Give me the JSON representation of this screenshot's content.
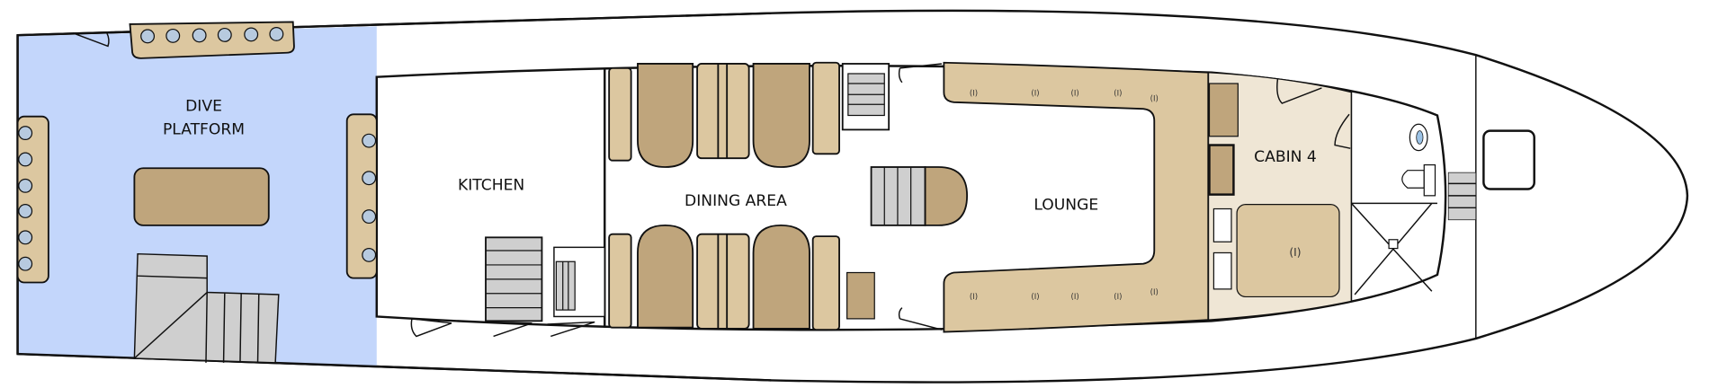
{
  "plan": {
    "rooms": {
      "dive_platform_line1": "DIVE",
      "dive_platform_line2": "PLATFORM",
      "kitchen": "KITCHEN",
      "dining_area": "DINING AREA",
      "lounge": "LOUNGE",
      "cabin": "CABIN 4"
    },
    "seat_mark": "(I)",
    "bed_mark": "(I)"
  },
  "colors": {
    "dive_platform": "#c3d6fb",
    "bench": "#dcc7a0",
    "table": "#bfa57c",
    "cabin_floor": "#efe6d5",
    "stairs": "#cfcfcf",
    "tank": "#b7cadf"
  }
}
